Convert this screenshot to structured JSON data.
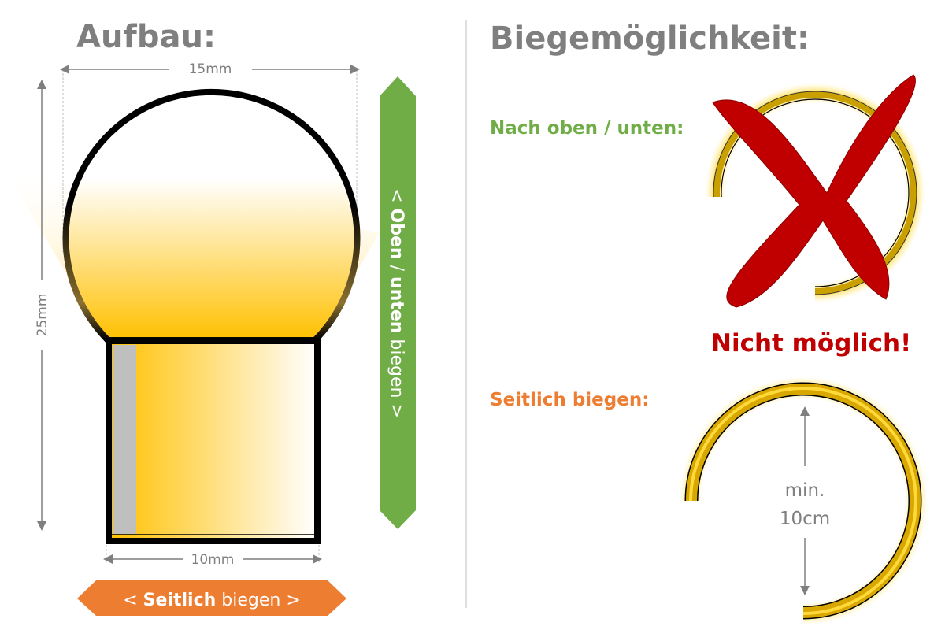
{
  "left": {
    "title": "Aufbau:",
    "width_top": "15mm",
    "height": "25mm",
    "width_bottom": "10mm",
    "side_arrow": {
      "prefix": "< ",
      "bold": "Seitlich",
      "rest": " biegen >"
    },
    "vertical_arrow": {
      "prefix": "< ",
      "bold1": "Oben",
      "mid": " / ",
      "bold2": "unten",
      "rest": " biegen >"
    }
  },
  "right": {
    "title": "Biegemöglichkeit:",
    "up_down_label": "Nach oben / unten:",
    "not_possible": "Nicht möglich!",
    "side_label": "Seitlich biegen:",
    "min_label": "min.",
    "radius_label": "10cm"
  },
  "colors": {
    "green": "#70ad47",
    "orange": "#ed7d31",
    "red": "#c00000",
    "gold": "#ffc000",
    "gray": "#7f7f7f"
  }
}
